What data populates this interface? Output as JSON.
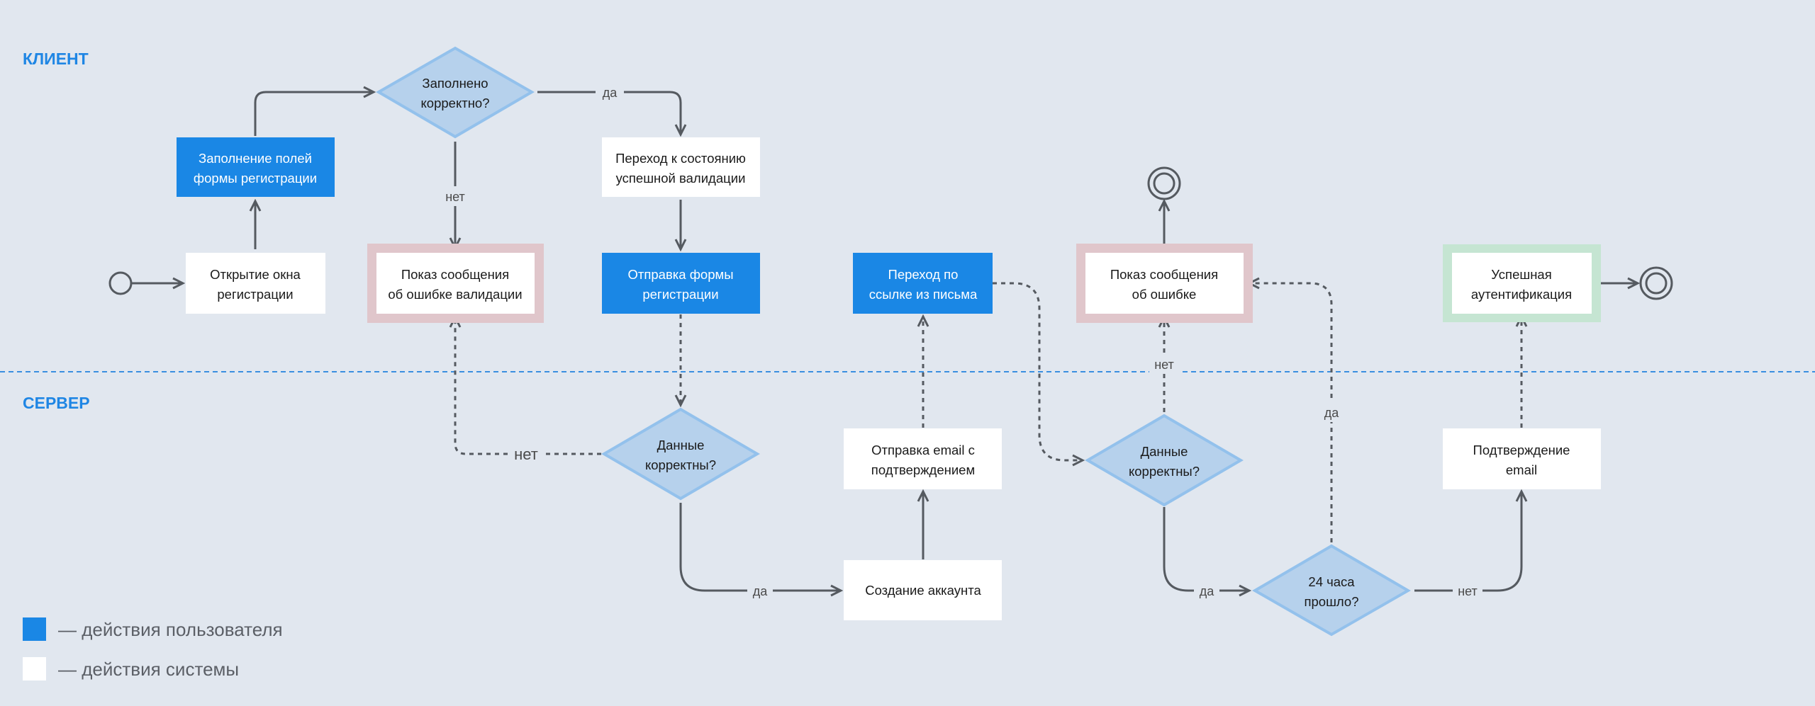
{
  "lanes": {
    "client": "КЛИЕНТ",
    "server": "СЕРВЕР"
  },
  "colors": {
    "background": "#e1e7ef",
    "user_action": "#1a87e5",
    "system_action": "#ffffff",
    "decision_fill": "#b6d1ec",
    "decision_stroke": "#93c1ec",
    "error_frame": "#e0c6cb",
    "success_frame": "#c5e5d2",
    "lane_divider": "#3a8fe0",
    "arrow": "#555a60"
  },
  "nodes": {
    "fill_form": {
      "type": "user-action",
      "lines": [
        "Заполнение полей",
        "формы регистрации"
      ]
    },
    "open_window": {
      "type": "system-action",
      "lines": [
        "Открытие окна",
        "регистрации"
      ]
    },
    "check_filled": {
      "type": "decision",
      "lines": [
        "Заполнено",
        "корректно?"
      ]
    },
    "validation_error": {
      "type": "error",
      "lines": [
        "Показ сообщения",
        "об ошибке валидации"
      ]
    },
    "valid_state": {
      "type": "system-action",
      "lines": [
        "Переход к состоянию",
        "успешной валидации"
      ]
    },
    "submit_form": {
      "type": "user-action",
      "lines": [
        "Отправка формы",
        "регистрации"
      ]
    },
    "data_correct_1": {
      "type": "decision",
      "lines": [
        "Данные",
        "корректны?"
      ]
    },
    "create_account": {
      "type": "system-action",
      "lines": [
        "Создание аккаунта"
      ]
    },
    "send_email": {
      "type": "system-action",
      "lines": [
        "Отправка email с",
        "подтверждением"
      ]
    },
    "follow_link": {
      "type": "user-action",
      "lines": [
        "Переход по",
        "ссылке из письма"
      ]
    },
    "data_correct_2": {
      "type": "decision",
      "lines": [
        "Данные",
        "корректны?"
      ]
    },
    "error_message": {
      "type": "error",
      "lines": [
        "Показ сообщения",
        "об ошибке"
      ]
    },
    "hours_passed": {
      "type": "decision",
      "lines": [
        "24 часа",
        "прошло?"
      ]
    },
    "confirm_email": {
      "type": "system-action",
      "lines": [
        "Подтверждение",
        "email"
      ]
    },
    "auth_success": {
      "type": "success",
      "lines": [
        "Успешная",
        "аутентификация"
      ]
    }
  },
  "edge_labels": {
    "filled_yes": "да",
    "filled_no": "нет",
    "data1_no": "нет",
    "data1_yes": "да",
    "data2_no": "нет",
    "data2_yes": "да",
    "hours_yes": "да",
    "hours_no": "нет"
  },
  "legend": {
    "user": "— действия пользователя",
    "system": "— действия системы"
  }
}
